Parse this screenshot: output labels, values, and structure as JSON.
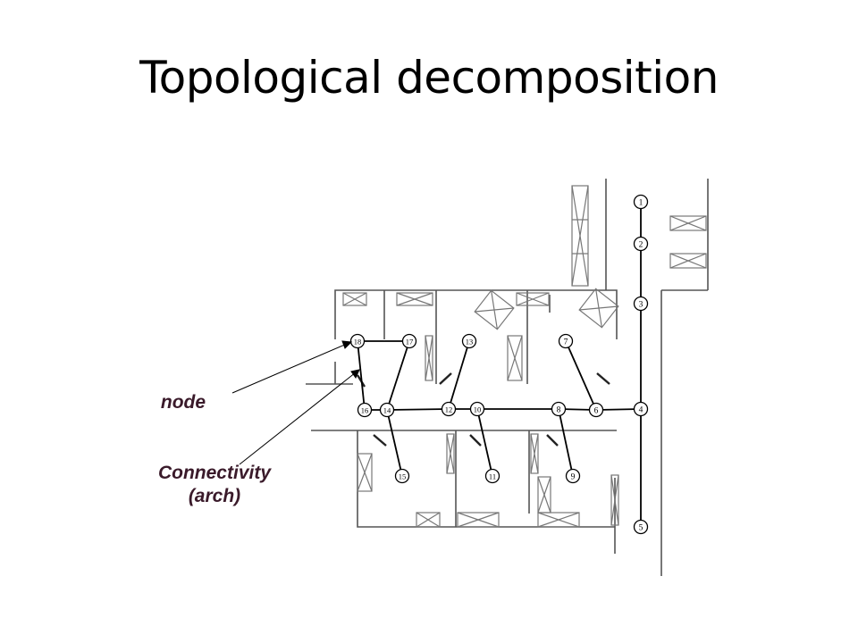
{
  "title": "Topological decomposition",
  "labels": {
    "node": "node",
    "connectivity_line1": "Connectivity",
    "connectivity_line2": "(arch)"
  },
  "colors": {
    "label_text": "#3a1a2a",
    "lines": "#555555",
    "graph": "#000000"
  },
  "graph": {
    "nodes": [
      "1",
      "2",
      "3",
      "4",
      "5",
      "6",
      "7",
      "8",
      "9",
      "10",
      "11",
      "12",
      "13",
      "14",
      "15",
      "16",
      "17",
      "18"
    ],
    "edges": [
      [
        "1",
        "2"
      ],
      [
        "2",
        "3"
      ],
      [
        "3",
        "4"
      ],
      [
        "4",
        "5"
      ],
      [
        "4",
        "6"
      ],
      [
        "6",
        "8"
      ],
      [
        "8",
        "10"
      ],
      [
        "10",
        "12"
      ],
      [
        "12",
        "14"
      ],
      [
        "14",
        "16"
      ],
      [
        "6",
        "7"
      ],
      [
        "8",
        "9"
      ],
      [
        "10",
        "11"
      ],
      [
        "12",
        "13"
      ],
      [
        "14",
        "15"
      ],
      [
        "14",
        "17"
      ],
      [
        "16",
        "18"
      ],
      [
        "18",
        "17"
      ]
    ]
  }
}
